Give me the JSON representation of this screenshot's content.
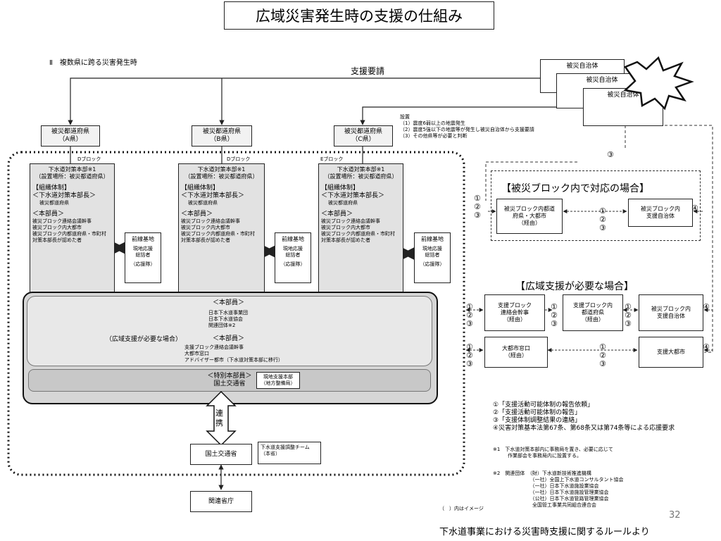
{
  "title": "広域災害発生時の支援の仕組み",
  "section_heading": "Ⅱ　複数県に跨る災害発生時",
  "request_label": "支援要請",
  "affected_municipality": "被災自治体",
  "prefectures": [
    {
      "name": "被災都道府県\n（A県）",
      "block": "Dブロック"
    },
    {
      "name": "被災都道府県\n（B県）",
      "block": "Dブロック"
    },
    {
      "name": "被災都道府県\n（C県）",
      "block": "Eブロック"
    }
  ],
  "setup_conditions": "設置\n（1）震度6弱以上の地震発生\n（2）震度5強以下の地震等が発生し被災自治体から支援要請\n（3）その他県等が必要と判断",
  "hq_panels": [
    {
      "title": "下水道対策本部※1\n（設置場所：被災都道府県）",
      "org": "【組織体制】\n＜下水道対策本部長＞",
      "chief": "被災都道府県",
      "members_head": "＜本部員＞",
      "members": "被災ブロック連絡会議幹事\n被災ブロック内大都市\n被災ブロック内都道府県・市町村\n対策本部長が認めた者"
    },
    {
      "title": "下水道対策本部※1\n（設置場所：被災都道府県）",
      "org": "【組織体制】\n＜下水道対策本部長＞",
      "chief": "被災都道府県",
      "members_head": "＜本部員＞",
      "members": "被災ブロック連絡会議幹事\n被災ブロック内大都市\n被災ブロック内都道府県・市町村\n対策本部長が認めた者"
    },
    {
      "title": "下水道対策本部※1\n（設置場所：被災都道府県）",
      "org": "【組織体制】\n＜下水道対策本部長＞",
      "chief": "被災都道府県",
      "members_head": "＜本部員＞",
      "members": "被災ブロック連絡会議幹事\n被災ブロック内大都市\n被災ブロック内都道府県・市町村\n対策本部長が認めた者"
    }
  ],
  "forward_base": {
    "title": "前線基地",
    "body": "現地応援\n総括者",
    "note": "（応援隊）"
  },
  "wide_area": {
    "members_head_1": "＜本部員＞",
    "members_1": "日本下水道事業団\n日本下水道協会\n関連団体※2",
    "case_label": "（広域支援が必要な場合）",
    "members_head_2": "＜本部員＞",
    "members_2": "支援ブロック連絡会議幹事\n大都市窓口\nアドバイザー都市（下水道対策本部に移行）"
  },
  "special_members": "＜特別本部員＞\n国土交通省",
  "local_support": "現地支援本部\n（地方整備局）",
  "renkei": "連\n携",
  "mlit": "国土交通省",
  "mlit_team": "下水道支援調整チーム\n（本省）",
  "related_ministries": "関連省庁",
  "case_block": {
    "heading": "【被災ブロック内で対応の場合】",
    "left_box": "被災ブロック内都道\n府県・大都市\n（経由）",
    "right_box": "被災ブロック内\n支援自治体"
  },
  "case_wide": {
    "heading": "【広域支援が必要な場合】",
    "box1": "支援ブロック\n連絡会幹事\n（経由）",
    "box2": "支援ブロック内\n都道府県\n（経由）",
    "box3": "被災ブロック内\n支援自治体",
    "box4": "大都市窓口\n（経由）",
    "box5": "支援大都市"
  },
  "circled": {
    "c123": "①\n②\n③",
    "c3": "③",
    "c4": "④"
  },
  "legend": "①「支援活動可能体制の報告依頼」\n②「支援活動可能体制の報告」\n③「支援体制調整結果の連絡」\n④災害対策基本法第67条、第68条又は第74条等による応援要求",
  "note1": "※1　下水道対策本部内に事務局を置き、必要に応じて\n　　　作業部会を事務局内に設置する。",
  "note2": "※2　関連団体　（財）下水道新技術推進機構\n　　　　　　　　（一社）全国上下水道コンサルタント協会\n　　　　　　　　（一社）日本下水道施設業協会\n　　　　　　　　（一社）日本下水道施設管理業協会\n　　　　　　　　（公社）日本下水道管路管理業協会\n　　　　　　　　全国管工事業共同組合連合会",
  "image_note": "（　）内はイメージ",
  "page_number": "32",
  "source": "下水道事業における災害時支援に関するルールより"
}
